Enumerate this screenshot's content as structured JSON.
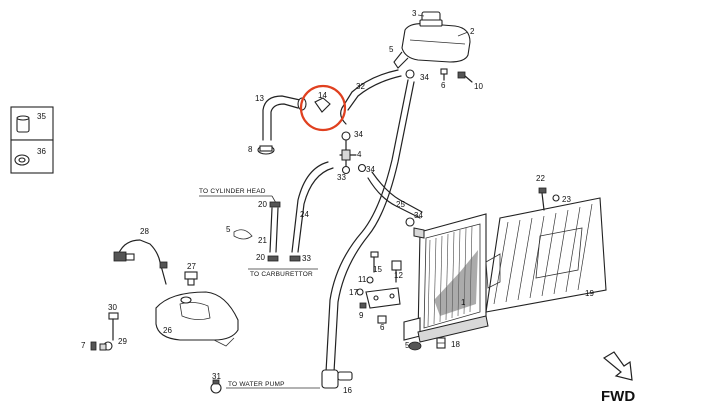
{
  "labels": {
    "p1": "1",
    "p2": "2",
    "p3": "3",
    "p4": "4",
    "p5": "5",
    "p6": "6",
    "p7": "7",
    "p8": "8",
    "p9": "9",
    "p10": "10",
    "p11": "11",
    "p12": "12",
    "p13": "13",
    "p14": "14",
    "p15": "15",
    "p16": "16",
    "p17": "17",
    "p18": "18",
    "p19": "19",
    "p20a": "20",
    "p20b": "20",
    "p21": "21",
    "p22": "22",
    "p23": "23",
    "p24": "24",
    "p25": "25",
    "p26": "26",
    "p27": "27",
    "p28": "28",
    "p29": "29",
    "p30": "30",
    "p31": "31",
    "p32": "32",
    "p33a": "33",
    "p33b": "33",
    "p34a": "34",
    "p34b": "34",
    "p34c": "34",
    "p34d": "34",
    "p35": "35",
    "p36": "36"
  },
  "notes": {
    "to_cylinder_head": "TO CYLINDER HEAD",
    "to_carburettor": "TO CARBURETTOR",
    "to_water_pump": "TO WATER PUMP"
  },
  "direction": {
    "label": "FWD"
  },
  "highlight": {
    "color": "#e0401f"
  },
  "icons": {
    "direction_arrow": "arrow-down-right-icon"
  }
}
